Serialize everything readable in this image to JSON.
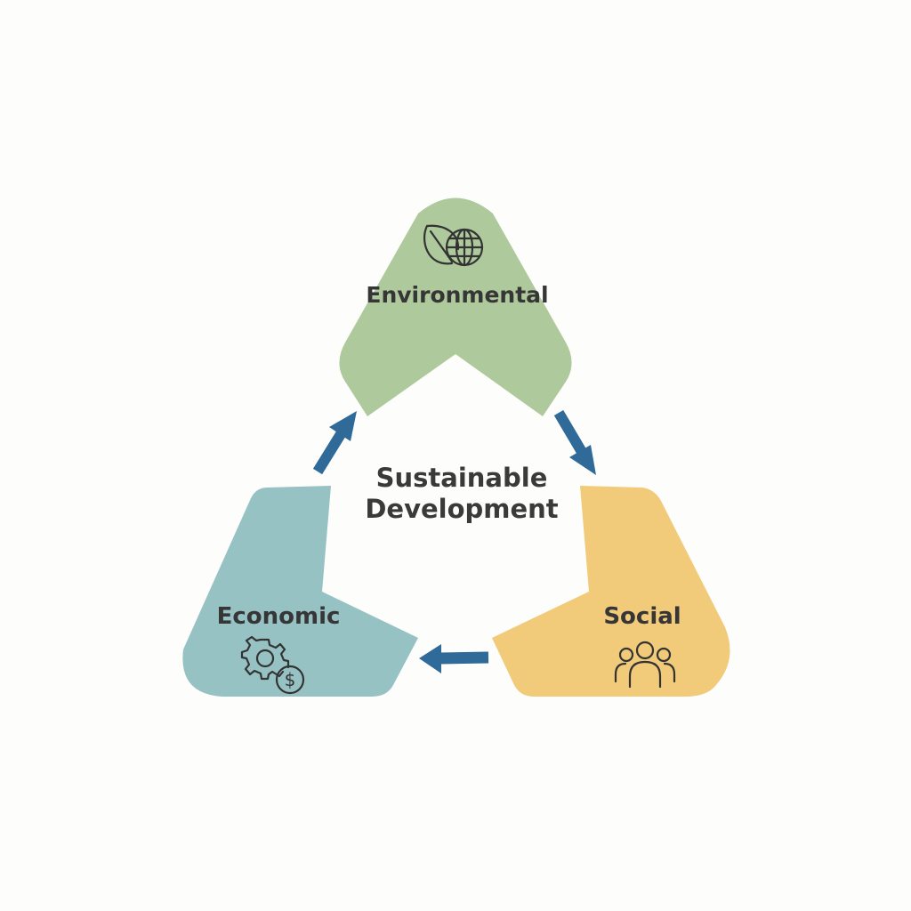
{
  "title": "Sustainable Development",
  "center": {
    "line1": "Sustainable",
    "line2": "Development"
  },
  "pillars": [
    {
      "label": "Environmental",
      "icon": "leaf-globe-icon",
      "color": "#aec99b"
    },
    {
      "label": "Social",
      "icon": "people-icon",
      "color": "#f1ca7a"
    },
    {
      "label": "Economic",
      "icon": "gear-dollar-icon",
      "color": "#97c2c4"
    }
  ],
  "arrow_color": "#2f6a98",
  "icon_text": {
    "dollar": "$"
  }
}
